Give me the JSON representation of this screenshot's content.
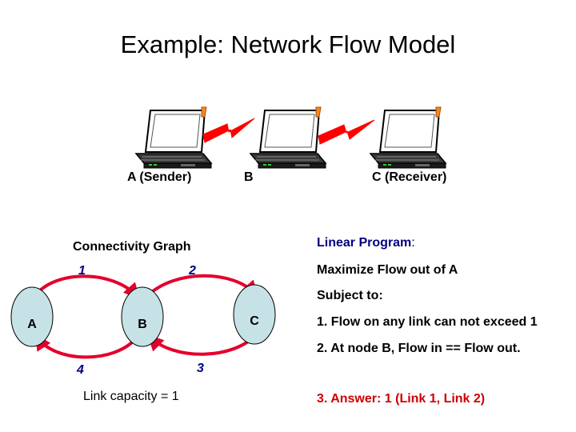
{
  "title": "Example: Network Flow Model",
  "network": {
    "sender_label": "A (Sender)",
    "middle_label": "B",
    "receiver_label": "C (Receiver)"
  },
  "graph": {
    "title": "Connectivity Graph",
    "nodes": [
      "A",
      "B",
      "C"
    ],
    "edge_labels": [
      "1",
      "2",
      "3",
      "4"
    ],
    "capacity_note": "Link capacity = 1"
  },
  "program": {
    "heading_bold": "Linear Program",
    "heading_colon": ":",
    "objective": "Maximize Flow out of A",
    "subject_to": "Subject to:",
    "constraint_1": "1.  Flow on any link can not exceed 1",
    "constraint_2": "2.  At node B, Flow in == Flow out.",
    "answer": "3.  Answer: 1 (Link 1, Link 2)"
  },
  "colors": {
    "node_fill": "#c6e2e6",
    "edge_red": "#e4002b",
    "link_red": "#ff0000",
    "label_blue": "#000080",
    "answer_red": "#cc0000"
  }
}
